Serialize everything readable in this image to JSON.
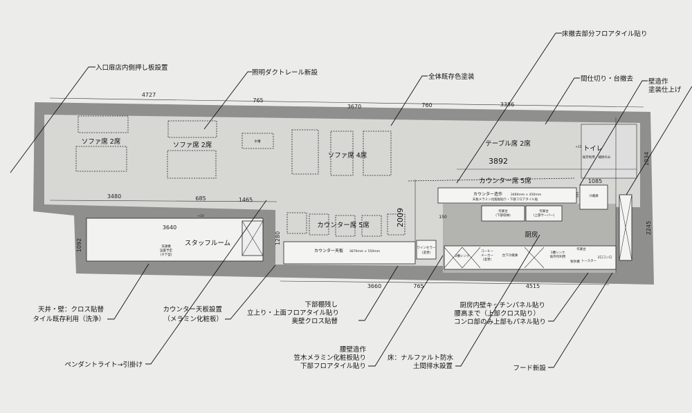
{
  "annotations": {
    "entrance_door": "入口扉店内側押し板設置",
    "duct_rail": "照明ダクトレール新設",
    "repaint": "全体既存色塗装",
    "floor_tile": "床撤去部分フロアタイル貼り",
    "partition_removal": "間仕切り・台撤去",
    "wall_build": [
      "壁造作",
      "塗装仕上げ"
    ],
    "ceiling_wall": [
      "天井・壁：クロス貼替",
      "タイル既存利用（洗浄）"
    ],
    "counter_top": [
      "カウンター天板設置",
      "（メラミン化粧板）"
    ],
    "pendant": "ペンダントライト→引掛け",
    "lower_shelf": [
      "下部棚残し",
      "立上り・上面フロアタイル貼り",
      "奥壁クロス貼替"
    ],
    "waist_wall": [
      "腰壁造作",
      "笠木メラミン化粧板貼り",
      "下部フロアタイル貼り"
    ],
    "floor_waterproof": [
      "床：ナルファルト防水",
      "土間排水設置"
    ],
    "kitchen_panel": [
      "厨房内壁キッチンパネル貼り",
      "腰高まで（上部クロス貼り）",
      "コンロ部のみ上部もパネル貼り"
    ],
    "hood": "フード新設"
  },
  "dimensions": {
    "top": [
      "4727",
      "765",
      "3670",
      "760",
      "3386"
    ],
    "counter_len": "3892",
    "mid": [
      "3480",
      "685",
      "1465"
    ],
    "staff_w": "3640",
    "staff_h": "1092",
    "counter_h": "1280",
    "counter_depth": "2009",
    "bottom": [
      "3660",
      "765",
      "4515"
    ],
    "right": [
      "2245",
      "1034"
    ],
    "fridge_w": "1085",
    "gap": "595",
    "step1": "+10",
    "step2": "+15",
    "door": "150"
  },
  "rooms": {
    "sofa_a": "ソファ席 2席",
    "sofa_b": "ソファ席 2席",
    "aquarium": "水槽",
    "sofa_c": "ソファ席 4席",
    "table": "テーブル席 2席",
    "toilet": "トイレ",
    "toilet_note": "既存利用・補修のみ",
    "counter_seats_upper": "カウンター席 5席",
    "counter_build": "カウンター造作",
    "counter_build_size": "3460mm × 450mm",
    "counter_build_note": "天板メラミン化粧板貼り・下部フロアタイル貼",
    "counter_seats_lower": "カウンター席 5席",
    "counter_top": "カウンター天板",
    "counter_top_size": "3670mm × 550mm",
    "staff_room": "スタッフルーム",
    "washer": [
      "洗濯機",
      "設置予定",
      "(タテ型)"
    ],
    "wine_cellar": [
      "ワインセラー",
      "(変更)"
    ],
    "kitchen": "厨房",
    "workbench1": [
      "作業台",
      "(下部収納)"
    ],
    "workbench2": [
      "作業台",
      "(上部サーバー)"
    ],
    "fridge": "冷蔵庫",
    "sink2": "2槽シンク",
    "coffee": [
      "コーヒー",
      "メーカー",
      "(変更)"
    ],
    "under_fridge": "台下冷蔵庫",
    "sink1": [
      "1槽シンク",
      "既存作利用"
    ],
    "workbench3": "作業台",
    "ice_maker": "製氷機",
    "toaster": "トースター",
    "stove": "2口コンロ"
  },
  "colors": {
    "wall": "#8f8f8d",
    "floor": "#d7d7d4",
    "kitchen": "#b3b3b0",
    "paper": "#ececea"
  }
}
